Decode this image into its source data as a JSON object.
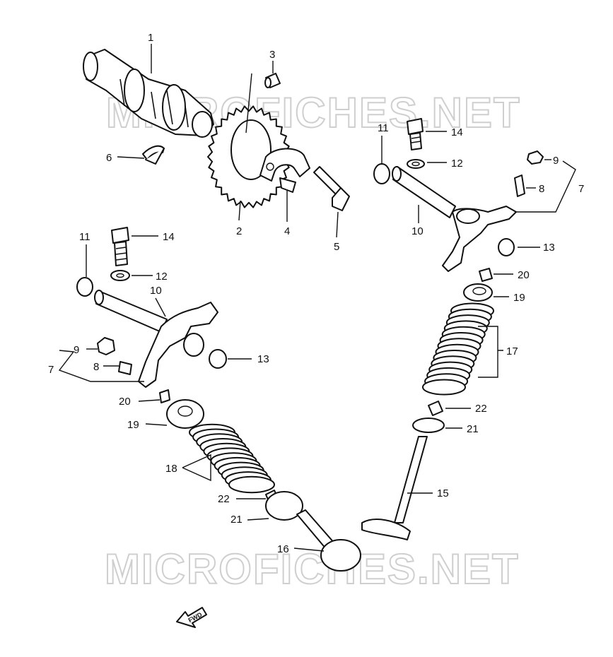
{
  "watermark": "MICROFICHES.NET",
  "fwd_label": "FWD",
  "callouts": {
    "p1": "1",
    "p2": "2",
    "p3": "3",
    "p4": "4",
    "p5": "5",
    "p6": "6",
    "p7_right": "7",
    "p8_right": "8",
    "p9_right": "9",
    "p10_right": "10",
    "p11_right": "11",
    "p12_right": "12",
    "p13_right": "13",
    "p14_right": "14",
    "p7_left": "7",
    "p8_left": "8",
    "p9_left": "9",
    "p10_left": "10",
    "p11_left": "11",
    "p12_left": "12",
    "p13_left": "13",
    "p14_left": "14",
    "p15": "15",
    "p16": "16",
    "p17": "17",
    "p18": "18",
    "p19_right": "19",
    "p20_right": "20",
    "p21_right": "21",
    "p22_right": "22",
    "p19_left": "19",
    "p20_left": "20",
    "p21_left": "21",
    "p22_left": "22"
  }
}
